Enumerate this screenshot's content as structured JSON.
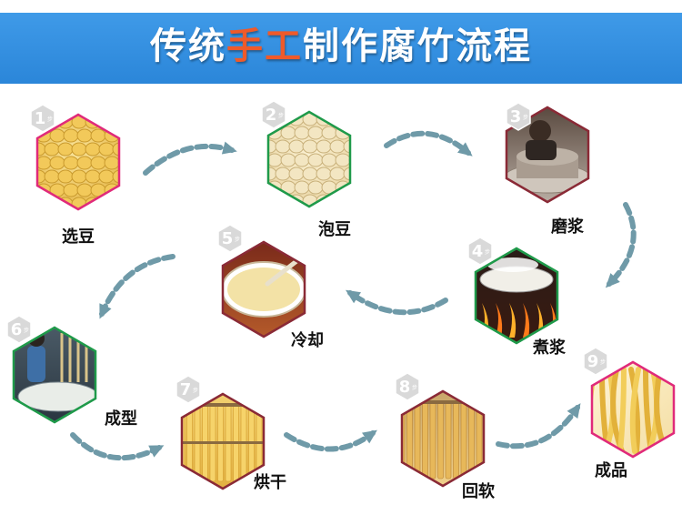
{
  "title": {
    "before": "传统",
    "highlight": "手工",
    "after": "制作腐竹流程"
  },
  "colors": {
    "banner": "#3a96e6",
    "highlight": "#ef5a2a",
    "arrow": "#6f9aa8",
    "badge": "#d9d9d9",
    "border_pink": "#e02a7a",
    "border_green": "#1f9a4a",
    "border_maroon": "#8a2a36"
  },
  "badge_unit": "步",
  "steps": [
    {
      "num": "1",
      "label": "选豆",
      "image": "soybeans-selected",
      "border": "border_pink"
    },
    {
      "num": "2",
      "label": "泡豆",
      "image": "soaked-soybeans",
      "border": "border_green"
    },
    {
      "num": "3",
      "label": "磨浆",
      "image": "stone-mill-grinding",
      "border": "border_maroon"
    },
    {
      "num": "4",
      "label": "煮浆",
      "image": "boiling-soy-milk",
      "border": "border_green"
    },
    {
      "num": "5",
      "label": "冷却",
      "image": "soy-milk-bowl",
      "border": "border_maroon"
    },
    {
      "num": "6",
      "label": "成型",
      "image": "forming-skins",
      "border": "border_green"
    },
    {
      "num": "7",
      "label": "烘干",
      "image": "drying-rack",
      "border": "border_maroon"
    },
    {
      "num": "8",
      "label": "回软",
      "image": "hanging-sticks",
      "border": "border_maroon"
    },
    {
      "num": "9",
      "label": "成品",
      "image": "finished-yuba",
      "border": "border_pink"
    }
  ]
}
